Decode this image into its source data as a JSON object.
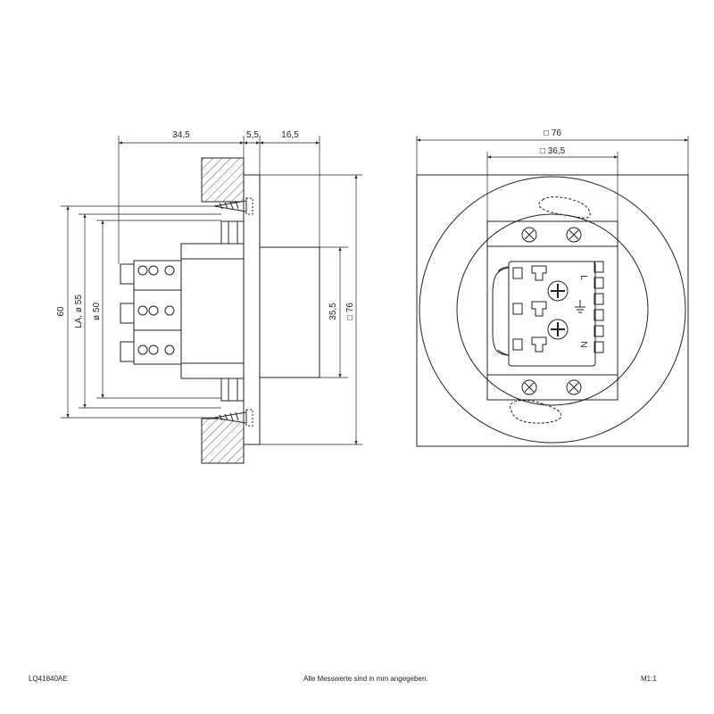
{
  "side_view": {
    "dim_depth": "34,5",
    "dim_frame": "5,5",
    "dim_front": "16,5",
    "dim_height": "60",
    "dim_la_55": "LA, ø 55",
    "dim_d50": "ø 50",
    "dim_355": "35,5",
    "dim_76": "□ 76"
  },
  "front_view": {
    "dim_width": "□ 76",
    "dim_inner": "□ 36,5",
    "terminal_L": "L",
    "terminal_N": "N"
  },
  "footer": {
    "article_number": "LQ41840AE",
    "note": "Alle Messwerte sind in mm angegeben.",
    "scale": "M1:1"
  },
  "colors": {
    "line": "#222222",
    "paper": "#ffffff"
  }
}
